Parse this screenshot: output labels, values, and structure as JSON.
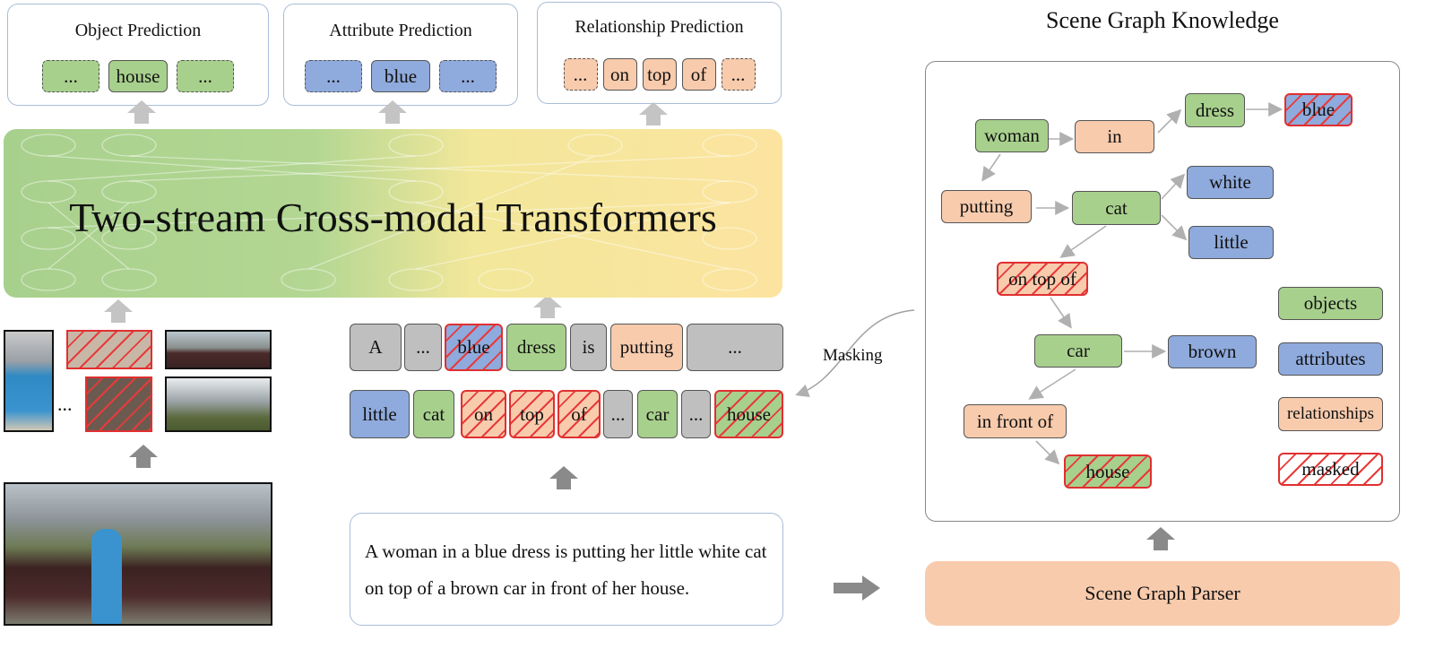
{
  "panels": {
    "object": {
      "title": "Object Prediction",
      "tokens": [
        "...",
        "house",
        "..."
      ]
    },
    "attribute": {
      "title": "Attribute Prediction",
      "tokens": [
        "...",
        "blue",
        "..."
      ]
    },
    "relationship": {
      "title": "Relationship Prediction",
      "tokens": [
        "...",
        "on",
        "top",
        "of",
        "..."
      ]
    }
  },
  "transformer": {
    "title": "Two-stream Cross-modal Transformers",
    "ellipsis": "..."
  },
  "image_regions": {
    "ellipsis": "..."
  },
  "text_tokens": {
    "row1": [
      "A",
      "...",
      "blue",
      "dress",
      "is",
      "putting",
      "..."
    ],
    "row2": [
      "little",
      "cat",
      "on",
      "top",
      "of",
      "...",
      "car",
      "...",
      "house"
    ]
  },
  "masking_label": "Masking",
  "sentence": "A woman in a blue dress is putting her little white cat on top of a brown car in front of her house.",
  "scene_graph": {
    "title": "Scene Graph Knowledge",
    "nodes": {
      "woman": "woman",
      "in": "in",
      "dress": "dress",
      "blue": "blue",
      "putting": "putting",
      "cat": "cat",
      "white": "white",
      "little": "little",
      "on_top_of": "on top of",
      "car": "car",
      "brown": "brown",
      "in_front_of": "in front of",
      "house": "house"
    },
    "legend": {
      "objects": "objects",
      "attributes": "attributes",
      "relationships": "relationships",
      "masked": "masked"
    }
  },
  "parser": {
    "label": "Scene Graph Parser"
  },
  "colors": {
    "object": "#a8d08d",
    "attribute": "#8faadc",
    "relationship": "#f8cbad",
    "masked": "#e03030",
    "panel_border": "#a9bdd9"
  }
}
